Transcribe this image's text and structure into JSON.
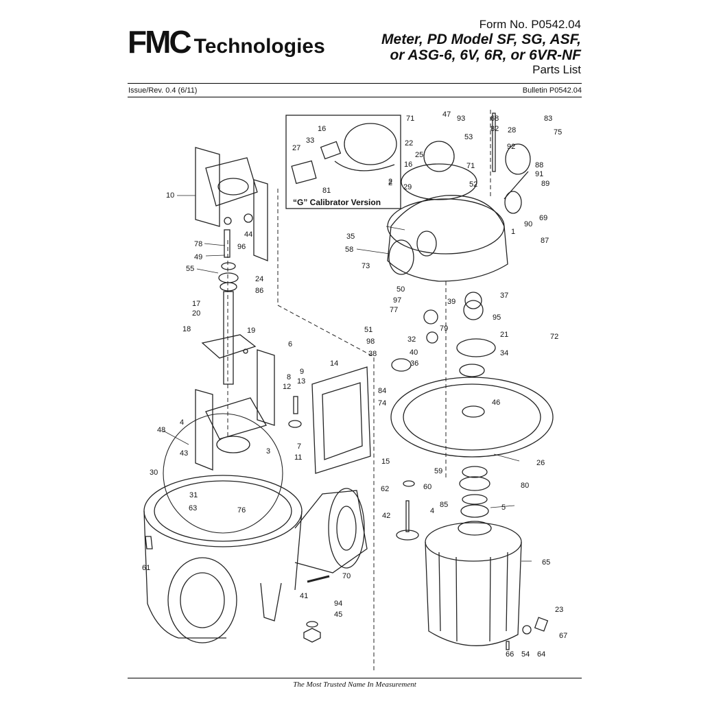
{
  "header": {
    "logo_mark": "FMC",
    "logo_text": "Technologies",
    "form_no": "Form No. P0542.04",
    "title_line1": "Meter, PD Model SF, SG, ASF,",
    "title_line2": "or ASG-6, 6V, 6R, or 6VR-NF",
    "subtitle": "Parts List",
    "issue": "Issue/Rev. 0.4 (6/11)",
    "bulletin": "Bulletin P0542.04"
  },
  "diagram": {
    "inset_caption": "“G” Calibrator Version",
    "labels": [
      "71",
      "47",
      "93",
      "68",
      "82",
      "83",
      "28",
      "75",
      "16",
      "53",
      "22",
      "25",
      "71",
      "88",
      "91",
      "89",
      "92",
      "69",
      "90",
      "87",
      "1",
      "52",
      "29",
      "16",
      "2",
      "33",
      "27",
      "81",
      "2",
      "10",
      "44",
      "96",
      "78",
      "49",
      "55",
      "24",
      "86",
      "17",
      "20",
      "18",
      "19",
      "6",
      "35",
      "58",
      "73",
      "50",
      "97",
      "39",
      "37",
      "77",
      "95",
      "21",
      "72",
      "51",
      "79",
      "32",
      "98",
      "40",
      "34",
      "38",
      "36",
      "8",
      "12",
      "9",
      "13",
      "14",
      "84",
      "46",
      "74",
      "7",
      "11",
      "4",
      "48",
      "43",
      "3",
      "26",
      "15",
      "59",
      "80",
      "62",
      "60",
      "30",
      "31",
      "76",
      "63",
      "42",
      "85",
      "5",
      "4",
      "65",
      "61",
      "70",
      "41",
      "94",
      "45",
      "23",
      "67",
      "66",
      "54",
      "64"
    ]
  },
  "footer": {
    "tagline": "The Most Trusted Name In Measurement"
  }
}
